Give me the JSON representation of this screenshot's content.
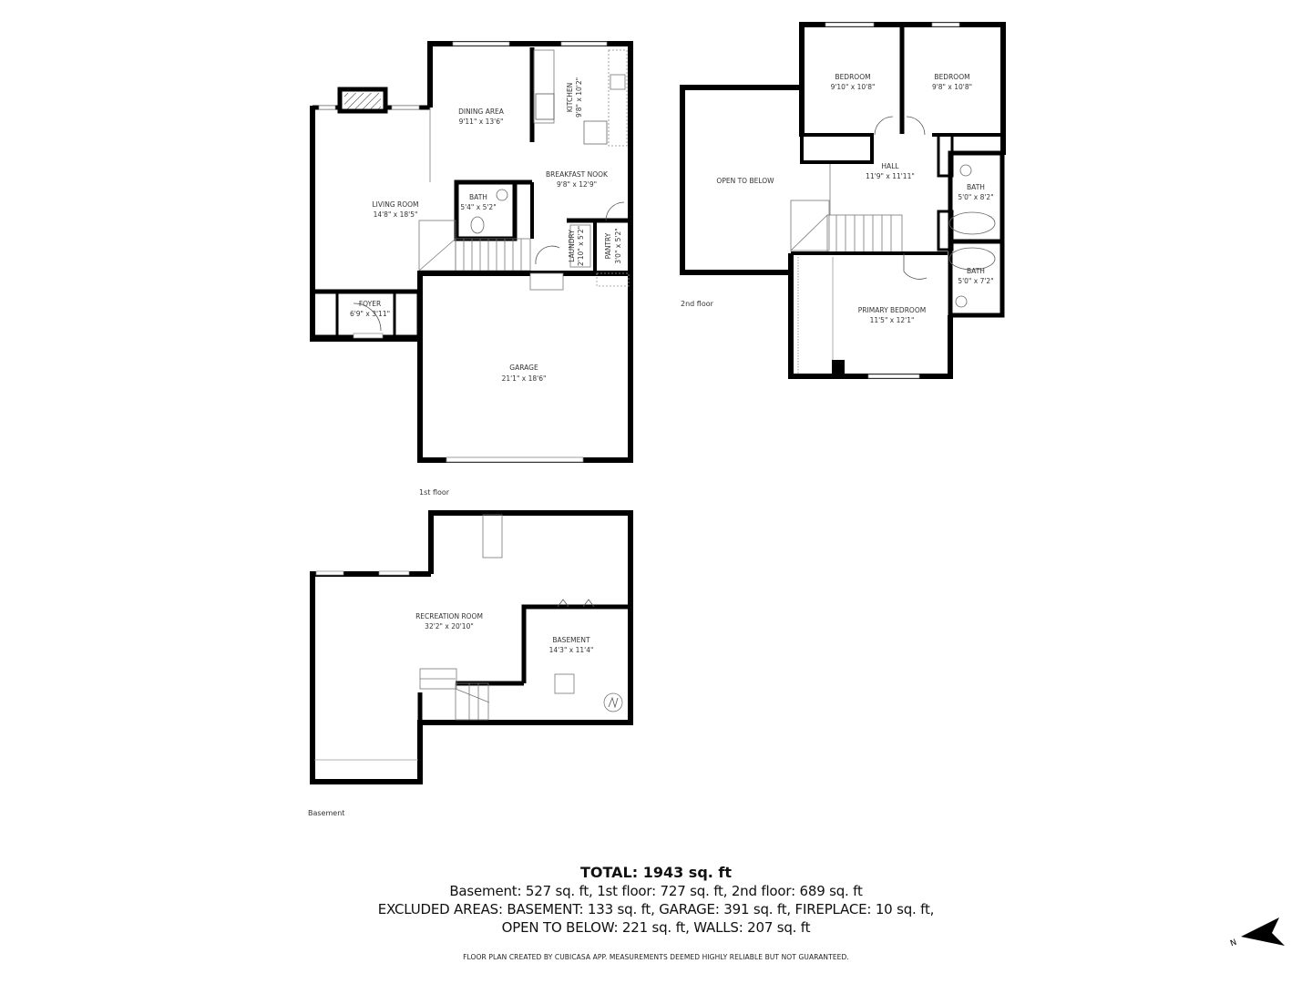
{
  "floors": [
    {
      "name": "1st floor",
      "rooms": [
        {
          "name": "DINING AREA",
          "dims": "9'11\" x 13'6\""
        },
        {
          "name": "KITCHEN",
          "dims": "9'8\" x 10'2\""
        },
        {
          "name": "BREAKFAST NOOK",
          "dims": "9'8\" x 12'9\""
        },
        {
          "name": "LIVING ROOM",
          "dims": "14'8\" x 18'5\""
        },
        {
          "name": "BATH",
          "dims": "5'4\" x 5'2\""
        },
        {
          "name": "LAUNDRY",
          "dims": "2'10\" x 5'2\""
        },
        {
          "name": "PANTRY",
          "dims": "3'0\" x 5'2\""
        },
        {
          "name": "FOYER",
          "dims": "6'9\" x 3'11\""
        },
        {
          "name": "GARAGE",
          "dims": "21'1\" x 18'6\""
        }
      ]
    },
    {
      "name": "2nd floor",
      "rooms": [
        {
          "name": "BEDROOM",
          "dims": "9'10\" x 10'8\""
        },
        {
          "name": "BEDROOM",
          "dims": "9'8\" x 10'8\""
        },
        {
          "name": "OPEN TO BELOW",
          "dims": ""
        },
        {
          "name": "HALL",
          "dims": "11'9\" x 11'11\""
        },
        {
          "name": "BATH",
          "dims": "5'0\" x 8'2\""
        },
        {
          "name": "BATH",
          "dims": "5'0\" x 7'2\""
        },
        {
          "name": "PRIMARY BEDROOM",
          "dims": "11'5\" x 12'1\""
        }
      ]
    },
    {
      "name": "Basement",
      "rooms": [
        {
          "name": "RECREATION ROOM",
          "dims": "32'2\" x 20'10\""
        },
        {
          "name": "BASEMENT",
          "dims": "14'3\" x 11'4\""
        }
      ]
    }
  ],
  "summary": {
    "total": "TOTAL: 1943 sq. ft",
    "line1": "Basement: 527 sq. ft, 1st floor: 727 sq. ft, 2nd floor: 689 sq. ft",
    "line2": "EXCLUDED AREAS: BASEMENT: 133 sq. ft, GARAGE: 391 sq. ft, FIREPLACE: 10 sq. ft,",
    "line3": "OPEN TO BELOW: 221 sq. ft, WALLS: 207 sq. ft"
  },
  "disclaimer": "FLOOR PLAN CREATED BY CUBICASA APP. MEASUREMENTS DEEMED HIGHLY RELIABLE BUT NOT GUARANTEED.",
  "compass": {
    "label": "N",
    "icon": "north-arrow-icon"
  },
  "colors": {
    "wall": "#000000",
    "line": "#666666",
    "background": "#ffffff"
  }
}
